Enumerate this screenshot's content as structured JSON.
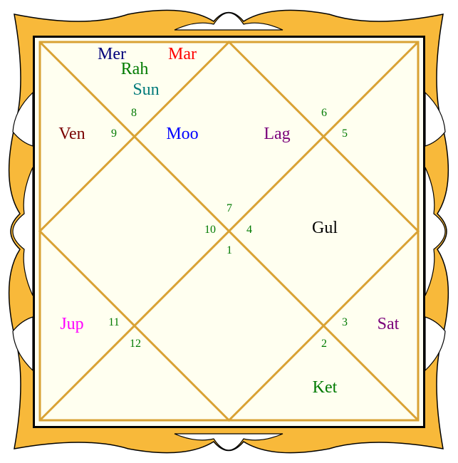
{
  "colors": {
    "frame_fill": "#f8b93a",
    "frame_stroke": "#000000",
    "chart_bg": "#fffff0",
    "grid_line": "#d9a234",
    "house_number": "#007a00"
  },
  "houses": [
    {
      "number": "1"
    },
    {
      "number": "2"
    },
    {
      "number": "3"
    },
    {
      "number": "4"
    },
    {
      "number": "5"
    },
    {
      "number": "6"
    },
    {
      "number": "7"
    },
    {
      "number": "8"
    },
    {
      "number": "9"
    },
    {
      "number": "10"
    },
    {
      "number": "11"
    },
    {
      "number": "12"
    }
  ],
  "planets": [
    {
      "label": "Mer",
      "color": "#00007a"
    },
    {
      "label": "Mar",
      "color": "#ff0000"
    },
    {
      "label": "Rah",
      "color": "#007a00"
    },
    {
      "label": "Sun",
      "color": "#007a7a"
    },
    {
      "label": "Ven",
      "color": "#7a0000"
    },
    {
      "label": "Moo",
      "color": "#0000ff"
    },
    {
      "label": "Lag",
      "color": "#7a007a"
    },
    {
      "label": "Gul",
      "color": "#000000"
    },
    {
      "label": "Jup",
      "color": "#ff00ff"
    },
    {
      "label": "Sat",
      "color": "#7a007a"
    },
    {
      "label": "Ket",
      "color": "#007a00"
    }
  ]
}
